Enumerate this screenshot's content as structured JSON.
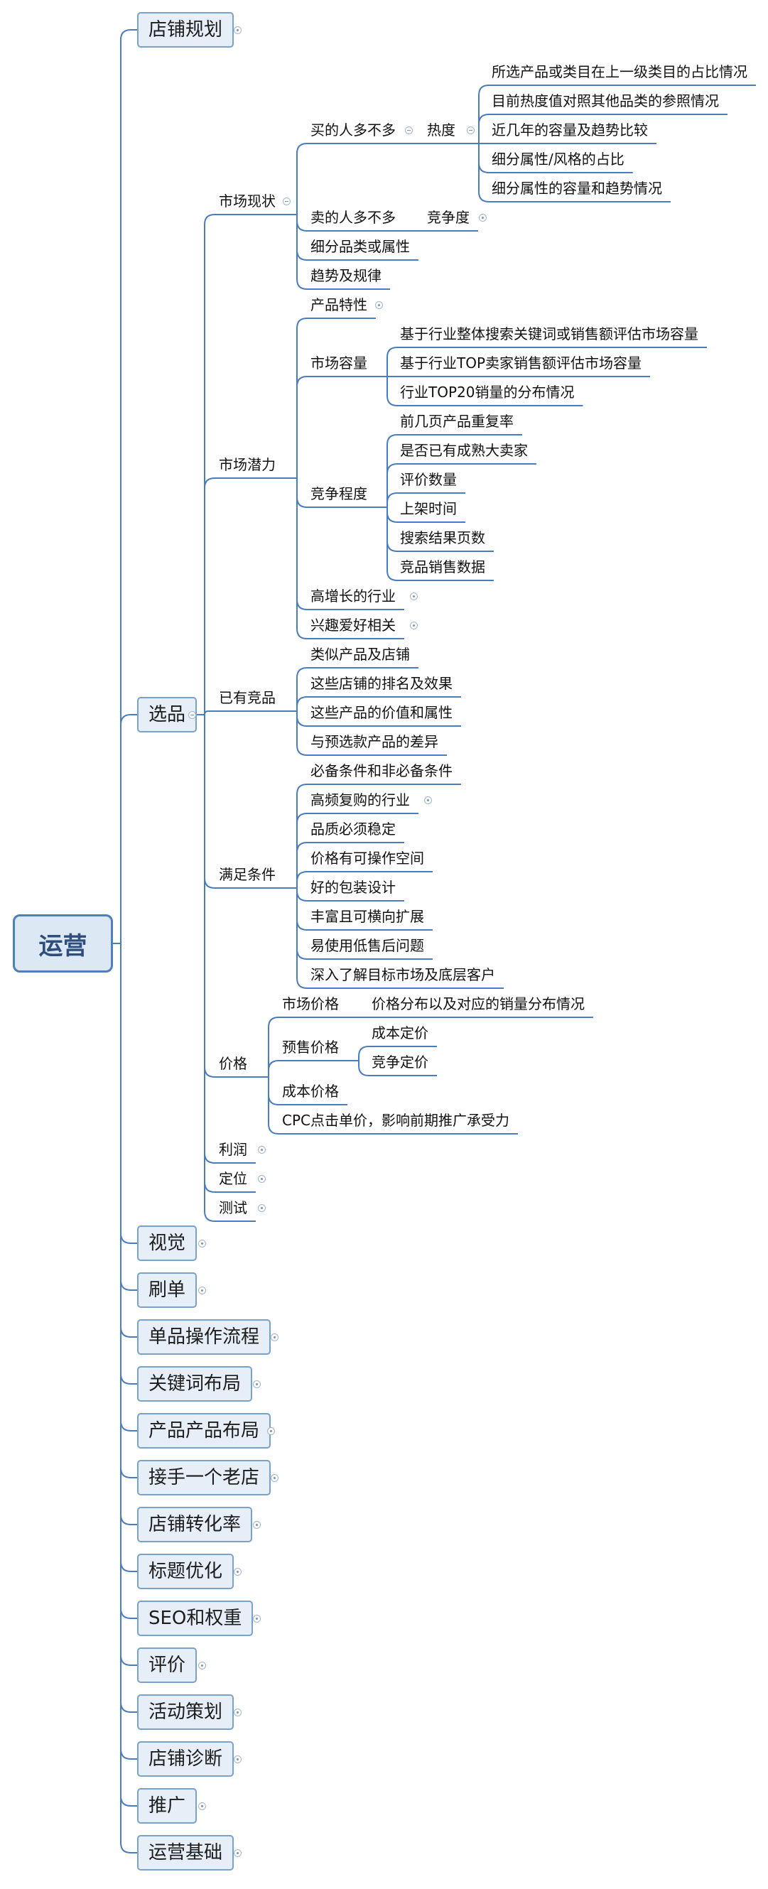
{
  "root": {
    "label": "运营"
  },
  "branches": {
    "planning": "店铺规划",
    "selection": "选品",
    "visual": "视觉",
    "brushing": "刷单",
    "single_flow": "单品操作流程",
    "keyword_layout": "关键词布局",
    "product_layout": "产品产品布局",
    "old_store": "接手一个老店",
    "conversion": "店铺转化率",
    "title_opt": "标题优化",
    "seo": "SEO和权重",
    "review": "评价",
    "event": "活动策划",
    "diagnosis": "店铺诊断",
    "promotion": "推广",
    "basics": "运营基础"
  },
  "selection": {
    "market_status": {
      "label": "市场现状",
      "buyers": {
        "label": "买的人多不多",
        "heat": {
          "label": "热度",
          "items": [
            "所选产品或类目在上一级类目的占比情况",
            "目前热度值对照其他品类的参照情况",
            "近几年的容量及趋势比较",
            "细分属性/风格的占比",
            "细分属性的容量和趋势情况"
          ]
        }
      },
      "sellers": {
        "label": "卖的人多不多",
        "competition": "竞争度"
      },
      "subcategory": "细分品类或属性",
      "trend": "趋势及规律"
    },
    "market_potential": {
      "label": "市场潜力",
      "product_traits": "产品特性",
      "capacity": {
        "label": "市场容量",
        "items": [
          "基于行业整体搜索关键词或销售额评估市场容量",
          "基于行业TOP卖家销售额评估市场容量",
          "行业TOP20销量的分布情况"
        ]
      },
      "competition": {
        "label": "竞争程度",
        "items": [
          "前几页产品重复率",
          "是否已有成熟大卖家",
          "评价数量",
          "上架时间",
          "搜索结果页数",
          "竞品销售数据"
        ]
      },
      "growth": "高增长的行业",
      "interest": "兴趣爱好相关"
    },
    "competitors": {
      "label": "已有竞品",
      "items": [
        "类似产品及店铺",
        "这些店铺的排名及效果",
        "这些产品的价值和属性",
        "与预选款产品的差异"
      ]
    },
    "conditions": {
      "label": "满足条件",
      "items": [
        "必备条件和非必备条件",
        "高频复购的行业",
        "品质必须稳定",
        "价格有可操作空间",
        "好的包装设计",
        "丰富且可横向扩展",
        "易使用低售后问题",
        "深入了解目标市场及底层客户"
      ]
    },
    "price": {
      "label": "价格",
      "market_price": {
        "label": "市场价格",
        "detail": "价格分布以及对应的销量分布情况"
      },
      "presale_price": {
        "label": "预售价格",
        "items": [
          "成本定价",
          "竞争定价"
        ]
      },
      "cost_price": "成本价格",
      "cpc": "CPC点击单价，影响前期推广承受力"
    },
    "profit": "利润",
    "positioning": "定位",
    "testing": "测试"
  },
  "colors": {
    "line": "#4a7cc0",
    "box_fill": "#e6eef8",
    "box_border": "#7aa0cc",
    "root_fill": "#dde8f5",
    "root_border": "#4d7fba"
  }
}
